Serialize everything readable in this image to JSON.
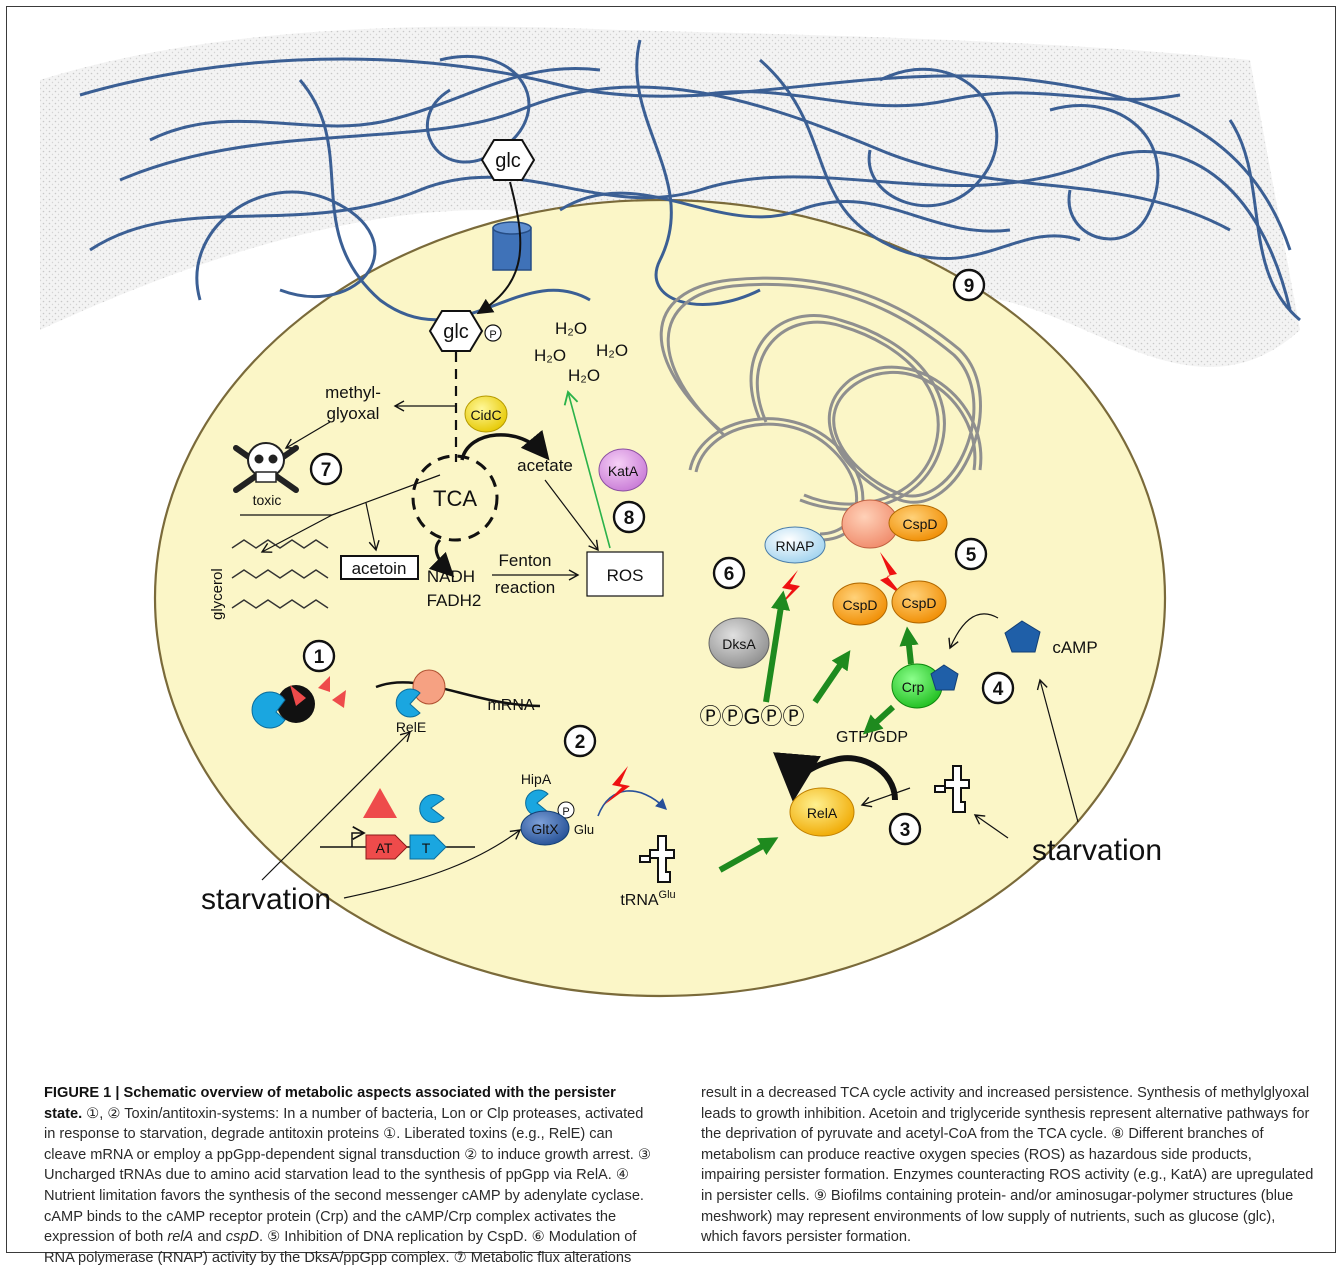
{
  "figure": {
    "labels": {
      "glc_top": "glc",
      "glc": "glc",
      "phospho": "P",
      "methylglyoxal_line1": "methyl-",
      "methylglyoxal_line2": "glyoxal",
      "toxic": "toxic",
      "cidc": "CidC",
      "acetate": "acetate",
      "tca": "TCA",
      "kata": "KatA",
      "glycerol": "glycerol",
      "acetoin": "acetoin",
      "nadh": "NADH",
      "fadh2": "FADH2",
      "fenton_line1": "Fenton",
      "fenton_line2": "reaction",
      "ros": "ROS",
      "h2o": "H₂O",
      "rnap": "RNAP",
      "cspd": "CspD",
      "dksa": "DksA",
      "camp": "cAMP",
      "crp": "Crp",
      "ppgpp": "ⓅⓅGⓅⓅ",
      "gtp_gdp": "GTP/GDP",
      "rela": "RelA",
      "mrna": "mRNA",
      "rele": "RelE",
      "hipa": "HipA",
      "gltx": "GltX",
      "glu": "Glu",
      "trna": "tRNA",
      "trna_sup": "Glu",
      "at_gene": "AT",
      "t_gene": "T",
      "starvation": "starvation"
    },
    "numbers": [
      "1",
      "2",
      "3",
      "4",
      "5",
      "6",
      "7",
      "8",
      "9"
    ]
  },
  "caption": {
    "title": "FIGURE 1 | Schematic overview of metabolic aspects associated with the persister state.",
    "body_1": " ①, ② Toxin/antitoxin-systems: In a number of bacteria, Lon or Clp proteases, activated in response to starvation, degrade antitoxin proteins ①. Liberated toxins (e.g., RelE) can cleave mRNA or employ a ppGpp-dependent signal transduction ② to induce growth arrest. ③ Uncharged tRNAs due to amino acid starvation lead to the synthesis of ppGpp via RelA. ④ Nutrient limitation favors the synthesis of the second messenger cAMP by adenylate cyclase. cAMP binds to the cAMP receptor protein (Crp) and the cAMP/Crp complex activates the expression of both ",
    "rela_italic": "relA",
    "and_text": " and ",
    "cspd_italic": "cspD",
    "body_2": ". ⑤ Inhibition of DNA replication by CspD. ⑥ Modulation of RNA polymerase (RNAP) activity by the DksA/ppGpp complex. ⑦ Metabolic flux alterations result in a decreased TCA cycle activity and increased persistence. Synthesis of methylglyoxal leads to growth inhibition. Acetoin and triglyceride synthesis represent alternative pathways for the deprivation of pyruvate and acetyl-CoA from the TCA cycle. ⑧ Different branches of metabolism can produce reactive oxygen species (ROS) as hazardous side products, impairing persister formation. Enzymes counteracting ROS activity (e.g., KatA) are upregulated in persister cells. ⑨ Biofilms containing protein- and/or aminosugar-polymer structures (blue meshwork) may represent environments of low supply of nutrients, such as glucose (glc), which favors persister formation."
  }
}
